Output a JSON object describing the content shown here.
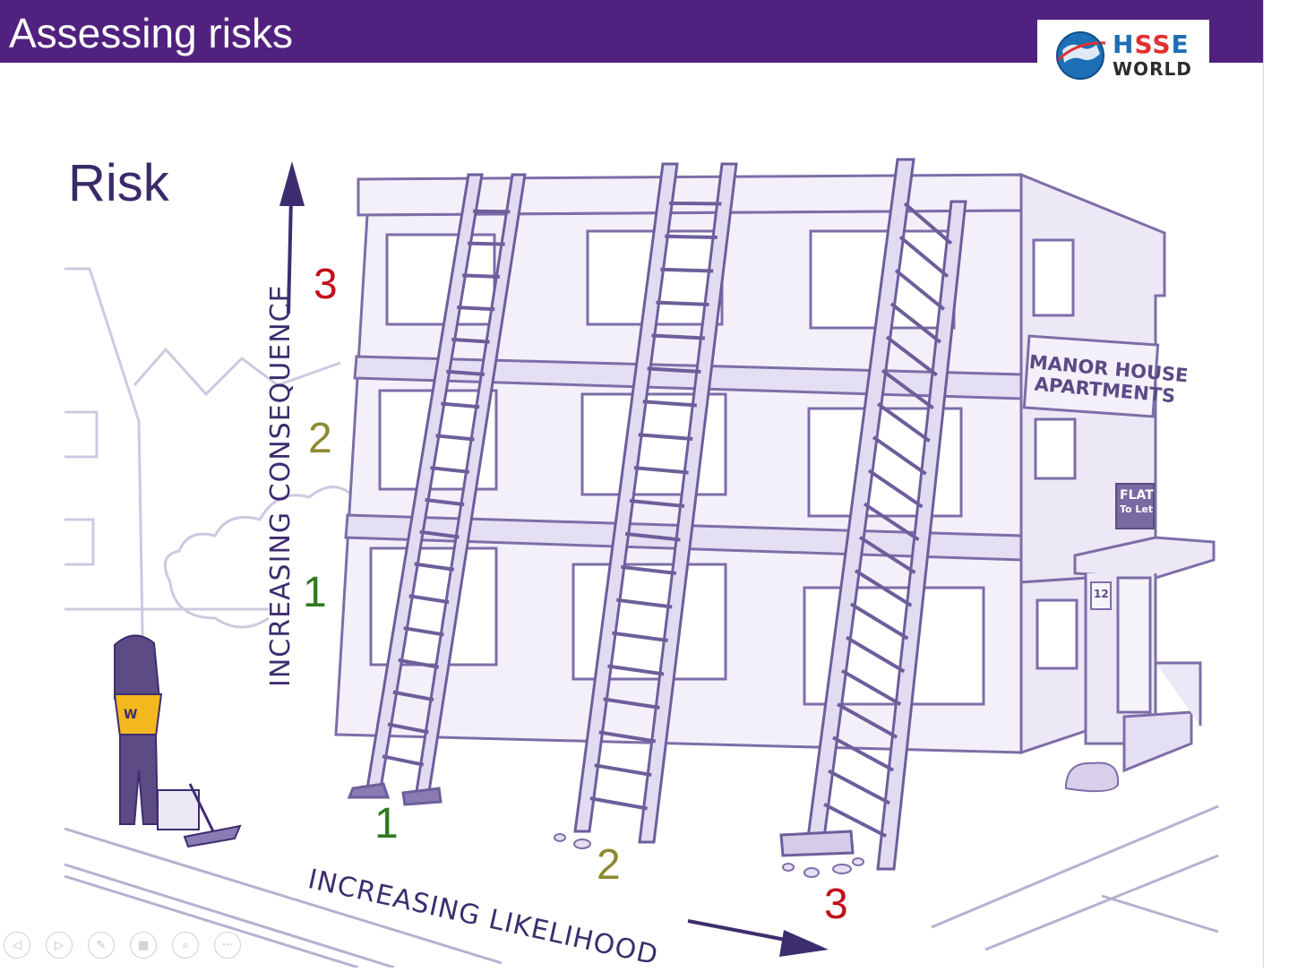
{
  "slide": {
    "title": "Assessing risks",
    "logo": {
      "line1_a": "H",
      "line1_b": "SS",
      "line1_c": "E",
      "line2": "WORLD"
    }
  },
  "illustration": {
    "heading": "Risk",
    "consequence_axis": "INCREASING CONSEQUENCE",
    "likelihood_axis": "INCREASING LIKELIHOOD",
    "consequence_levels": [
      "3",
      "2",
      "1"
    ],
    "likelihood_levels": [
      "1",
      "2",
      "3"
    ],
    "sign_name_line1": "MANOR HOUSE",
    "sign_name_line2": "APARTMENTS",
    "flat_sign_line1": "FLAT",
    "flat_sign_line2": "To Let",
    "door_number": "12",
    "shirt_letter": "W",
    "colors": {
      "level3": "#c0101a",
      "level2": "#8c8a30",
      "level1": "#2f7a1e",
      "header": "#51217f",
      "ink": "#3d2d6e"
    }
  },
  "toolbar": {
    "icons": [
      "previous-icon",
      "next-icon",
      "pen-icon",
      "slides-icon",
      "zoom-icon",
      "more-icon"
    ],
    "glyphs": [
      "◁",
      "▷",
      "✎",
      "▦",
      "⌕",
      "···"
    ]
  }
}
